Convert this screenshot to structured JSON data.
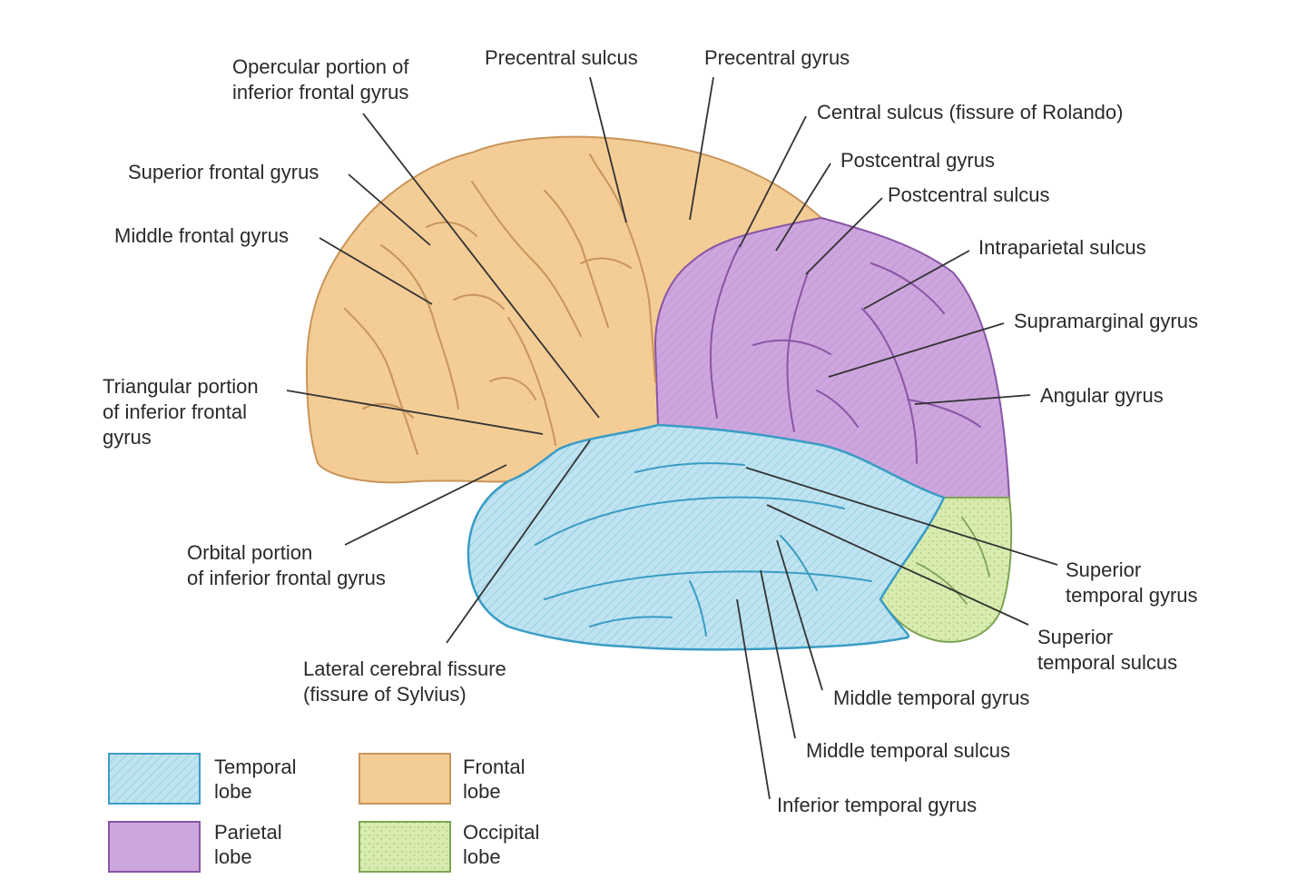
{
  "colors": {
    "frontal": "#f4cd96",
    "parietal": "#cda6de",
    "temporal": "#bfe3f0",
    "occipital": "#d9ecb0",
    "leader": "#333333",
    "sulcus_frontal": "#c8955b",
    "sulcus_parietal": "#8a55a6",
    "sulcus_temporal": "#3a9cc4",
    "sulcus_occipital": "#7ea455"
  },
  "labels": {
    "opercular": "Opercular portion of\ninferior frontal gyrus",
    "precentral_sulcus": "Precentral sulcus",
    "precentral_gyrus": "Precentral gyrus",
    "central_sulcus": "Central sulcus (fissure of Rolando)",
    "postcentral_gyrus": "Postcentral gyrus",
    "postcentral_sulcus": "Postcentral sulcus",
    "intraparietal_sulcus": "Intraparietal sulcus",
    "supramarginal_gyrus": "Supramarginal gyrus",
    "angular_gyrus": "Angular gyrus",
    "superior_frontal_gyrus": "Superior frontal gyrus",
    "middle_frontal_gyrus": "Middle frontal gyrus",
    "triangular": "Triangular portion\nof inferior frontal\ngyrus",
    "orbital": "Orbital portion\nof inferior frontal gyrus",
    "lateral_fissure": "Lateral cerebral fissure\n(fissure of Sylvius)",
    "superior_temporal_gyrus": "Superior\ntemporal gyrus",
    "superior_temporal_sulcus": "Superior\ntemporal sulcus",
    "middle_temporal_gyrus": "Middle temporal gyrus",
    "middle_temporal_sulcus": "Middle temporal sulcus",
    "inferior_temporal_gyrus": "Inferior temporal gyrus"
  },
  "legend": {
    "temporal": "Temporal\nlobe",
    "frontal": "Frontal\nlobe",
    "parietal": "Parietal\nlobe",
    "occipital": "Occipital\nlobe"
  }
}
